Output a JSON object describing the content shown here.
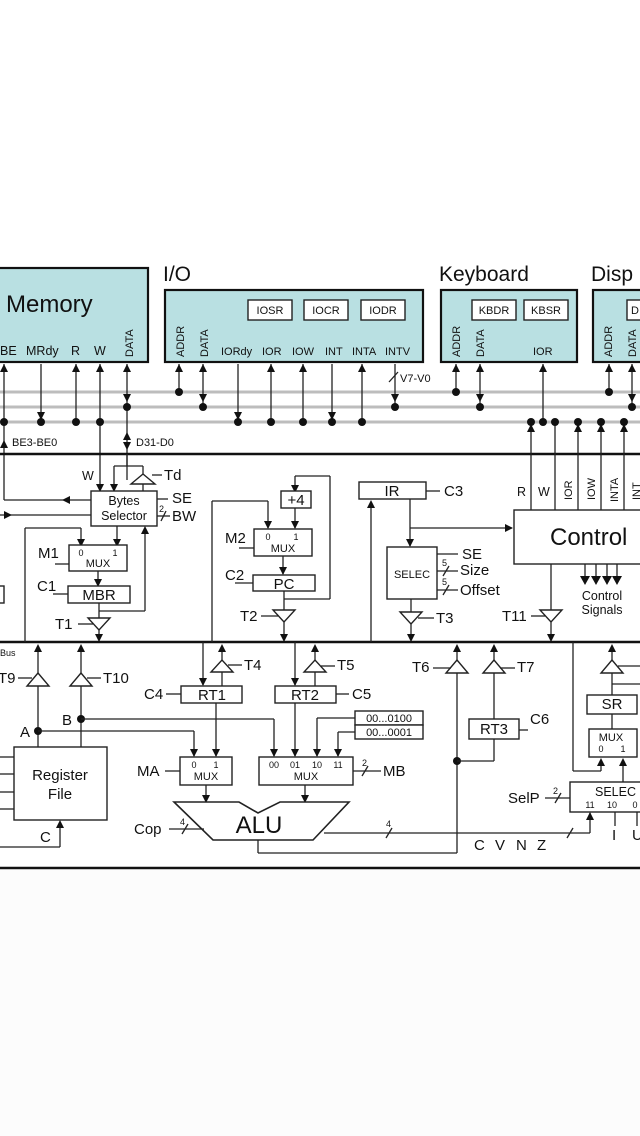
{
  "devices": {
    "memory": {
      "title": "Memory",
      "pins": [
        "BE",
        "MRdy",
        "R",
        "W",
        "DATA"
      ]
    },
    "io": {
      "title": "I/O",
      "registers": [
        "IOSR",
        "IOCR",
        "IODR"
      ],
      "pins": [
        "ADDR",
        "DATA",
        "IORdy",
        "IOR",
        "IOW",
        "INT",
        "INTA",
        "INTV"
      ],
      "intv_bus": "V7-V0"
    },
    "keyboard": {
      "title": "Keyboard",
      "registers": [
        "KBDR",
        "KBSR"
      ],
      "pins": [
        "ADDR",
        "DATA",
        "IOR"
      ]
    },
    "display": {
      "title": "Disp",
      "registers": [
        "D"
      ],
      "pins": [
        "ADDR",
        "DATA"
      ]
    }
  },
  "system_bus": {
    "be_label": "BE3-BE0",
    "data_label": "D31-D0"
  },
  "memory_interface": {
    "w_label": "W",
    "td_label": "Td",
    "bytes_selector": [
      "Bytes",
      "Selector"
    ],
    "se_label": "SE",
    "bw_label": "BW",
    "bw_width": "2",
    "mux1": {
      "ctrl": "M1",
      "inputs": [
        "0",
        "1"
      ],
      "label": "MUX"
    },
    "mbr": {
      "label": "MBR",
      "ctrl": "C1"
    },
    "t1": "T1"
  },
  "pc_block": {
    "inc_label": "+4",
    "mux2": {
      "ctrl": "M2",
      "inputs": [
        "0",
        "1"
      ],
      "label": "MUX"
    },
    "pc": {
      "label": "PC",
      "ctrl": "C2"
    },
    "t2": "T2"
  },
  "ir_block": {
    "ir": {
      "label": "IR",
      "ctrl": "C3"
    },
    "selec": {
      "label": "SELEC",
      "outputs": [
        "SE",
        "Size",
        "Offset"
      ],
      "size_width": "5",
      "offset_width": "5"
    },
    "t3": "T3"
  },
  "control": {
    "label": "Control",
    "inputs": [
      "R",
      "W",
      "IOR",
      "IOW",
      "INTA",
      "INT"
    ],
    "signals_label": [
      "Control",
      "Signals"
    ],
    "t11": "T11"
  },
  "internal_bus": {
    "label": "Bus"
  },
  "register_file": {
    "label": [
      "Register",
      "File"
    ],
    "ports": [
      "A",
      "B",
      "C"
    ],
    "t9": "T9",
    "t10": "T10"
  },
  "alu_block": {
    "rt1": {
      "label": "RT1",
      "ctrl": "C4",
      "tri": "T4"
    },
    "rt2": {
      "label": "RT2",
      "ctrl": "C5",
      "tri": "T5"
    },
    "constants": [
      "00...0100",
      "00...0001"
    ],
    "mux_a": {
      "ctrl": "MA",
      "inputs": [
        "0",
        "1"
      ],
      "label": "MUX"
    },
    "mux_b": {
      "ctrl": "MB",
      "inputs": [
        "00",
        "01",
        "10",
        "11"
      ],
      "label": "MUX",
      "width": "2"
    },
    "alu": {
      "label": "ALU",
      "cop": "Cop",
      "cop_width": "4",
      "flags_width": "4"
    },
    "flags": [
      "C",
      "V",
      "N",
      "Z"
    ]
  },
  "rt3_block": {
    "rt3": {
      "label": "RT3",
      "ctrl": "C6"
    },
    "t6": "T6",
    "t7": "T7"
  },
  "sr_block": {
    "sr": "SR",
    "mux": {
      "label": "MUX",
      "inputs": [
        "0",
        "1"
      ]
    },
    "selec": {
      "label": "SELEC",
      "inputs": [
        "11",
        "10",
        "0"
      ],
      "ctrl": "SelP",
      "width": "2"
    },
    "flag_inputs": [
      "I",
      "U"
    ]
  }
}
